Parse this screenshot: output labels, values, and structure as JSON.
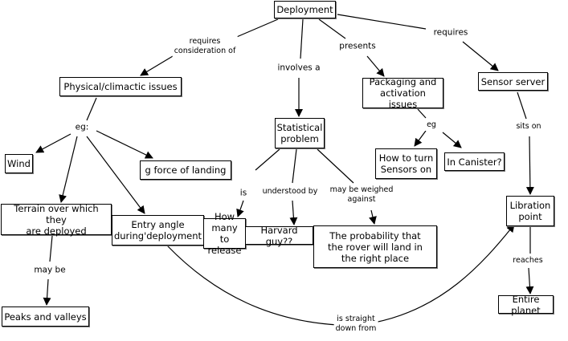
{
  "nodes": {
    "deployment": "Deployment",
    "physical": "Physical/climactic issues",
    "wind": "Wind",
    "gforce": "g force of landing",
    "terrain": "Terrain over which they\nare deployed",
    "entry": "Entry angle\nduring'deployment",
    "howmany": "How many\nto release",
    "harvard": "Harvard guy??",
    "probability": "The probability that\nthe rover will land in\nthe right place",
    "statistical": "Statistical\nproblem",
    "packaging": "Packaging and\nactivation issues",
    "howtoturn": "How to turn\nSensors on",
    "canister": "In Canister?",
    "sensorserver": "Sensor server",
    "libration": "Libration\npoint",
    "entireplanet": "Entire planet",
    "peaks": "Peaks and valleys"
  },
  "links": {
    "requires_consideration": "requires\nconsideration of",
    "involves": "involves a",
    "presents": "presents",
    "requires": "requires",
    "eg_colon": "eg:",
    "sits_on": "sits on",
    "eg": "eg",
    "is": "is",
    "understood_by": "understood by",
    "weighed": "may be weighed\nagainst",
    "may_be": "may be",
    "straight_down": "is straight\ndown from",
    "reaches": "reaches"
  }
}
